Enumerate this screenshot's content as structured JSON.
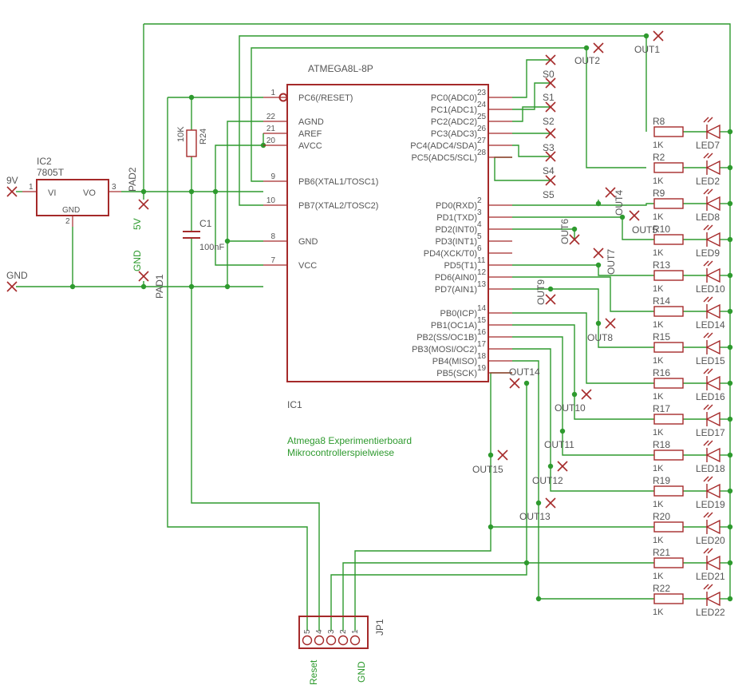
{
  "ic1": {
    "part": "ATMEGA8L-8P",
    "name": "IC1",
    "left_pins": [
      {
        "num": "1",
        "name": "PC6(/RESET)"
      },
      {
        "num": "22",
        "name": "AGND"
      },
      {
        "num": "21",
        "name": "AREF"
      },
      {
        "num": "20",
        "name": "AVCC"
      },
      {
        "num": "9",
        "name": "PB6(XTAL1/TOSC1)"
      },
      {
        "num": "10",
        "name": "PB7(XTAL2/TOSC2)"
      },
      {
        "num": "8",
        "name": "GND"
      },
      {
        "num": "7",
        "name": "VCC"
      }
    ],
    "right_pins": [
      {
        "num": "23",
        "name": "PC0(ADC0)"
      },
      {
        "num": "24",
        "name": "PC1(ADC1)"
      },
      {
        "num": "25",
        "name": "PC2(ADC2)"
      },
      {
        "num": "26",
        "name": "PC3(ADC3)"
      },
      {
        "num": "27",
        "name": "PC4(ADC4/SDA)"
      },
      {
        "num": "28",
        "name": "PC5(ADC5/SCL)"
      },
      {
        "num": "2",
        "name": "PD0(RXD)"
      },
      {
        "num": "3",
        "name": "PD1(TXD)"
      },
      {
        "num": "4",
        "name": "PD2(INT0)"
      },
      {
        "num": "5",
        "name": "PD3(INT1)"
      },
      {
        "num": "6",
        "name": "PD4(XCK/T0)"
      },
      {
        "num": "11",
        "name": "PD5(T1)"
      },
      {
        "num": "12",
        "name": "PD6(AIN0)"
      },
      {
        "num": "13",
        "name": "PD7(AIN1)"
      },
      {
        "num": "14",
        "name": "PB0(ICP)"
      },
      {
        "num": "15",
        "name": "PB1(OC1A)"
      },
      {
        "num": "16",
        "name": "PB2(SS/OC1B)"
      },
      {
        "num": "17",
        "name": "PB3(MOSI/OC2)"
      },
      {
        "num": "18",
        "name": "PB4(MISO)"
      },
      {
        "num": "19",
        "name": "PB5(SCK)"
      }
    ]
  },
  "regulator": {
    "name": "IC2",
    "part": "7805T",
    "vi": "VI",
    "vo": "VO",
    "gnd": "GND",
    "pin_vi": "1",
    "pin_vo": "3",
    "pin_gnd": "2"
  },
  "ports": {
    "in_9v": "9V",
    "gnd": "GND",
    "pad2": "PAD2",
    "pad2_label": "5V",
    "pad1": "PAD1",
    "pad1_label": "GND"
  },
  "pullup": {
    "name": "R24",
    "value": "10K"
  },
  "capacitor": {
    "name": "C1",
    "value": "100nF"
  },
  "analog_outputs": [
    "S0",
    "S1",
    "S2",
    "S3",
    "S4",
    "S5"
  ],
  "out_labels": [
    "OUT1",
    "OUT2",
    "OUT4",
    "OUT5",
    "OUT6",
    "OUT7",
    "OUT9",
    "OUT8",
    "OUT14",
    "OUT10",
    "OUT11",
    "OUT15",
    "OUT12",
    "OUT13"
  ],
  "led_rows": [
    {
      "r": "R8",
      "rv": "1K",
      "led": "LED7"
    },
    {
      "r": "R2",
      "rv": "1K",
      "led": "LED2"
    },
    {
      "r": "R9",
      "rv": "1K",
      "led": "LED8"
    },
    {
      "r": "R10",
      "rv": "1K",
      "led": "LED9"
    },
    {
      "r": "R13",
      "rv": "1K",
      "led": "LED10"
    },
    {
      "r": "R14",
      "rv": "1K",
      "led": "LED14"
    },
    {
      "r": "R15",
      "rv": "1K",
      "led": "LED15"
    },
    {
      "r": "R16",
      "rv": "1K",
      "led": "LED16"
    },
    {
      "r": "R17",
      "rv": "1K",
      "led": "LED17"
    },
    {
      "r": "R18",
      "rv": "1K",
      "led": "LED18"
    },
    {
      "r": "R19",
      "rv": "1K",
      "led": "LED19"
    },
    {
      "r": "R20",
      "rv": "1K",
      "led": "LED20"
    },
    {
      "r": "R21",
      "rv": "1K",
      "led": "LED21"
    },
    {
      "r": "R22",
      "rv": "1K",
      "led": "LED22"
    }
  ],
  "header": {
    "name": "JP1",
    "pins": [
      "5",
      "4",
      "3",
      "2",
      "1"
    ],
    "reset_label": "Reset",
    "gnd_label": "GND"
  },
  "board_text": {
    "line1": "Atmega8 Experimentierboard",
    "line2": "Mikrocontrollerspielwiese"
  },
  "colors": {
    "symbol": "#a52a2a",
    "wire": "#2e9a2e",
    "text": "#555555",
    "background": "#ffffff"
  }
}
